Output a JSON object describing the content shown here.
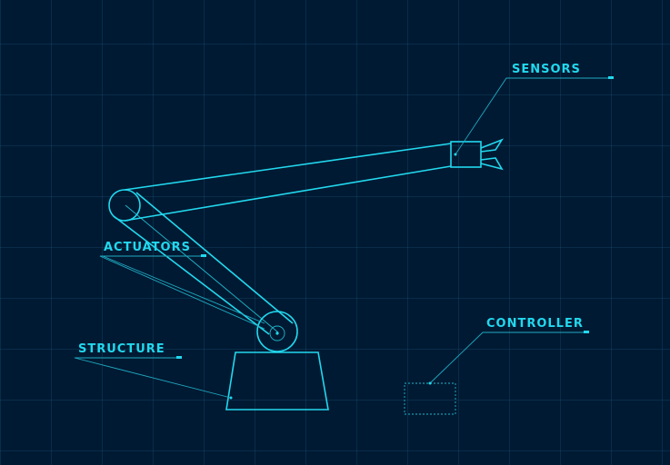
{
  "labels": {
    "sensors": "SENSORS",
    "actuators": "ACTUATORS",
    "structure": "STRUCTURE",
    "controller": "CONTROLLER"
  },
  "colors": {
    "background": "#001a33",
    "grid": "#1d4f6e",
    "accent": "#22d8ee"
  }
}
